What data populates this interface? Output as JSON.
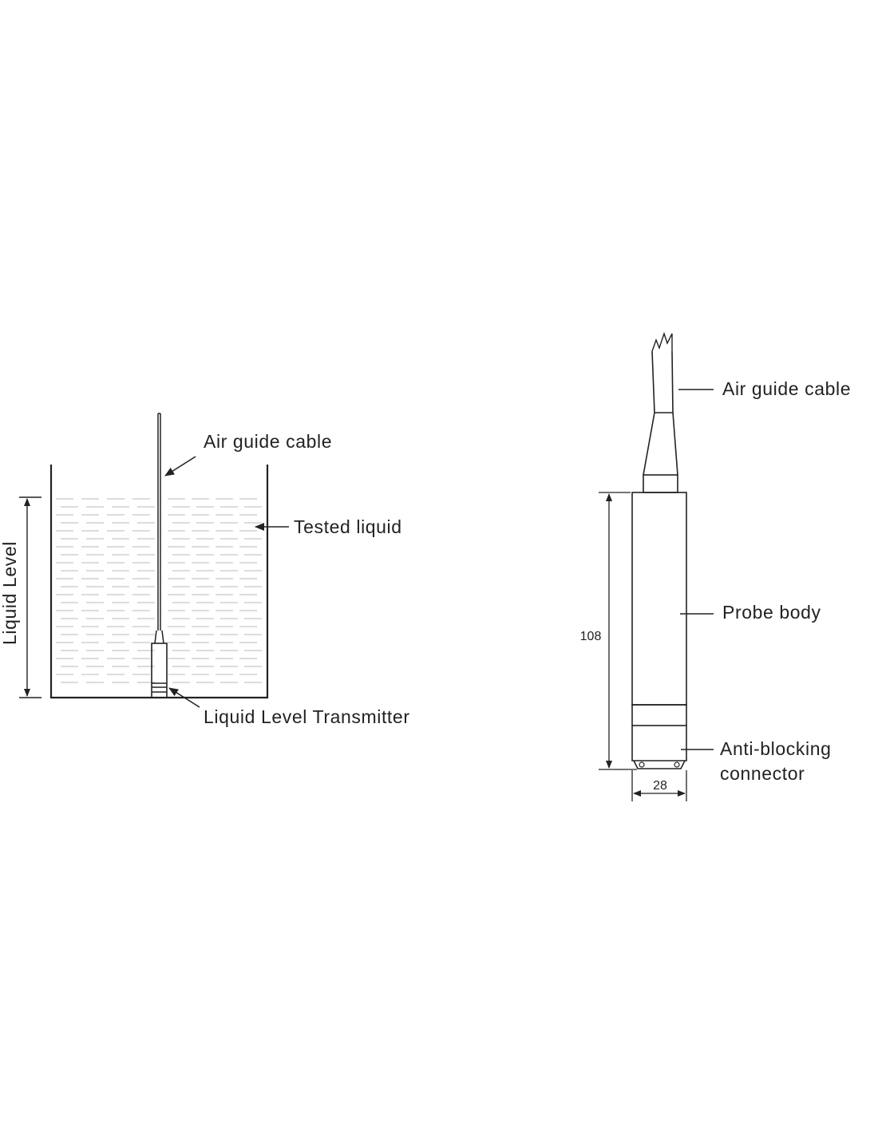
{
  "installation": {
    "air_guide_cable_label": "Air guide cable",
    "tested_liquid_label": "Tested liquid",
    "liquid_level_label": "Liquid Level",
    "transmitter_label": "Liquid Level Transmitter"
  },
  "probe": {
    "air_guide_cable_label": "Air guide cable",
    "probe_body_label": "Probe body",
    "connector_label_line1": "Anti-blocking",
    "connector_label_line2": "connector",
    "length_value": "108",
    "diameter_value": "28"
  },
  "colors": {
    "line": "#222222",
    "liquid_dash": "#b8b8b8",
    "background": "#ffffff"
  }
}
